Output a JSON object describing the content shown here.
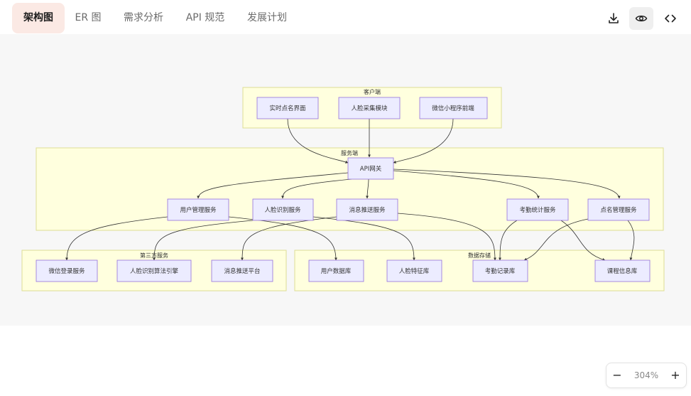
{
  "tabs": [
    {
      "label": "架构图",
      "active": true
    },
    {
      "label": "ER 图",
      "active": false
    },
    {
      "label": "需求分析",
      "active": false
    },
    {
      "label": "API 规范",
      "active": false
    },
    {
      "label": "发展计划",
      "active": false
    }
  ],
  "toolbar": {
    "download_icon": "download-icon",
    "preview_icon": "eye-icon",
    "code_icon": "code-icon"
  },
  "zoom": {
    "minus": "−",
    "level": "304%",
    "plus": "+"
  },
  "diagram": {
    "groups": {
      "client": "客户端",
      "server": "服务端",
      "third_party": "第三方服务",
      "storage": "数据存储"
    },
    "nodes": {
      "realtime_ui": "实时点名界面",
      "face_capture": "人脸采集模块",
      "wechat_front": "微信小程序前端",
      "api_gateway": "API网关",
      "user_svc": "用户管理服务",
      "face_svc": "人脸识别服务",
      "push_svc": "消息推送服务",
      "stats_svc": "考勤统计服务",
      "rollcall_svc": "点名管理服务",
      "wechat_login": "微信登录服务",
      "face_engine": "人脸识别算法引擎",
      "push_platform": "消息推送平台",
      "user_db": "用户数据库",
      "face_db": "人脸特征库",
      "attendance_db": "考勤记录库",
      "course_db": "课程信息库"
    },
    "colors": {
      "group_fill": "#ffffde",
      "group_stroke": "#dede94",
      "node_fill": "#ececff",
      "node_stroke": "#9370db",
      "edge": "#333333"
    }
  }
}
